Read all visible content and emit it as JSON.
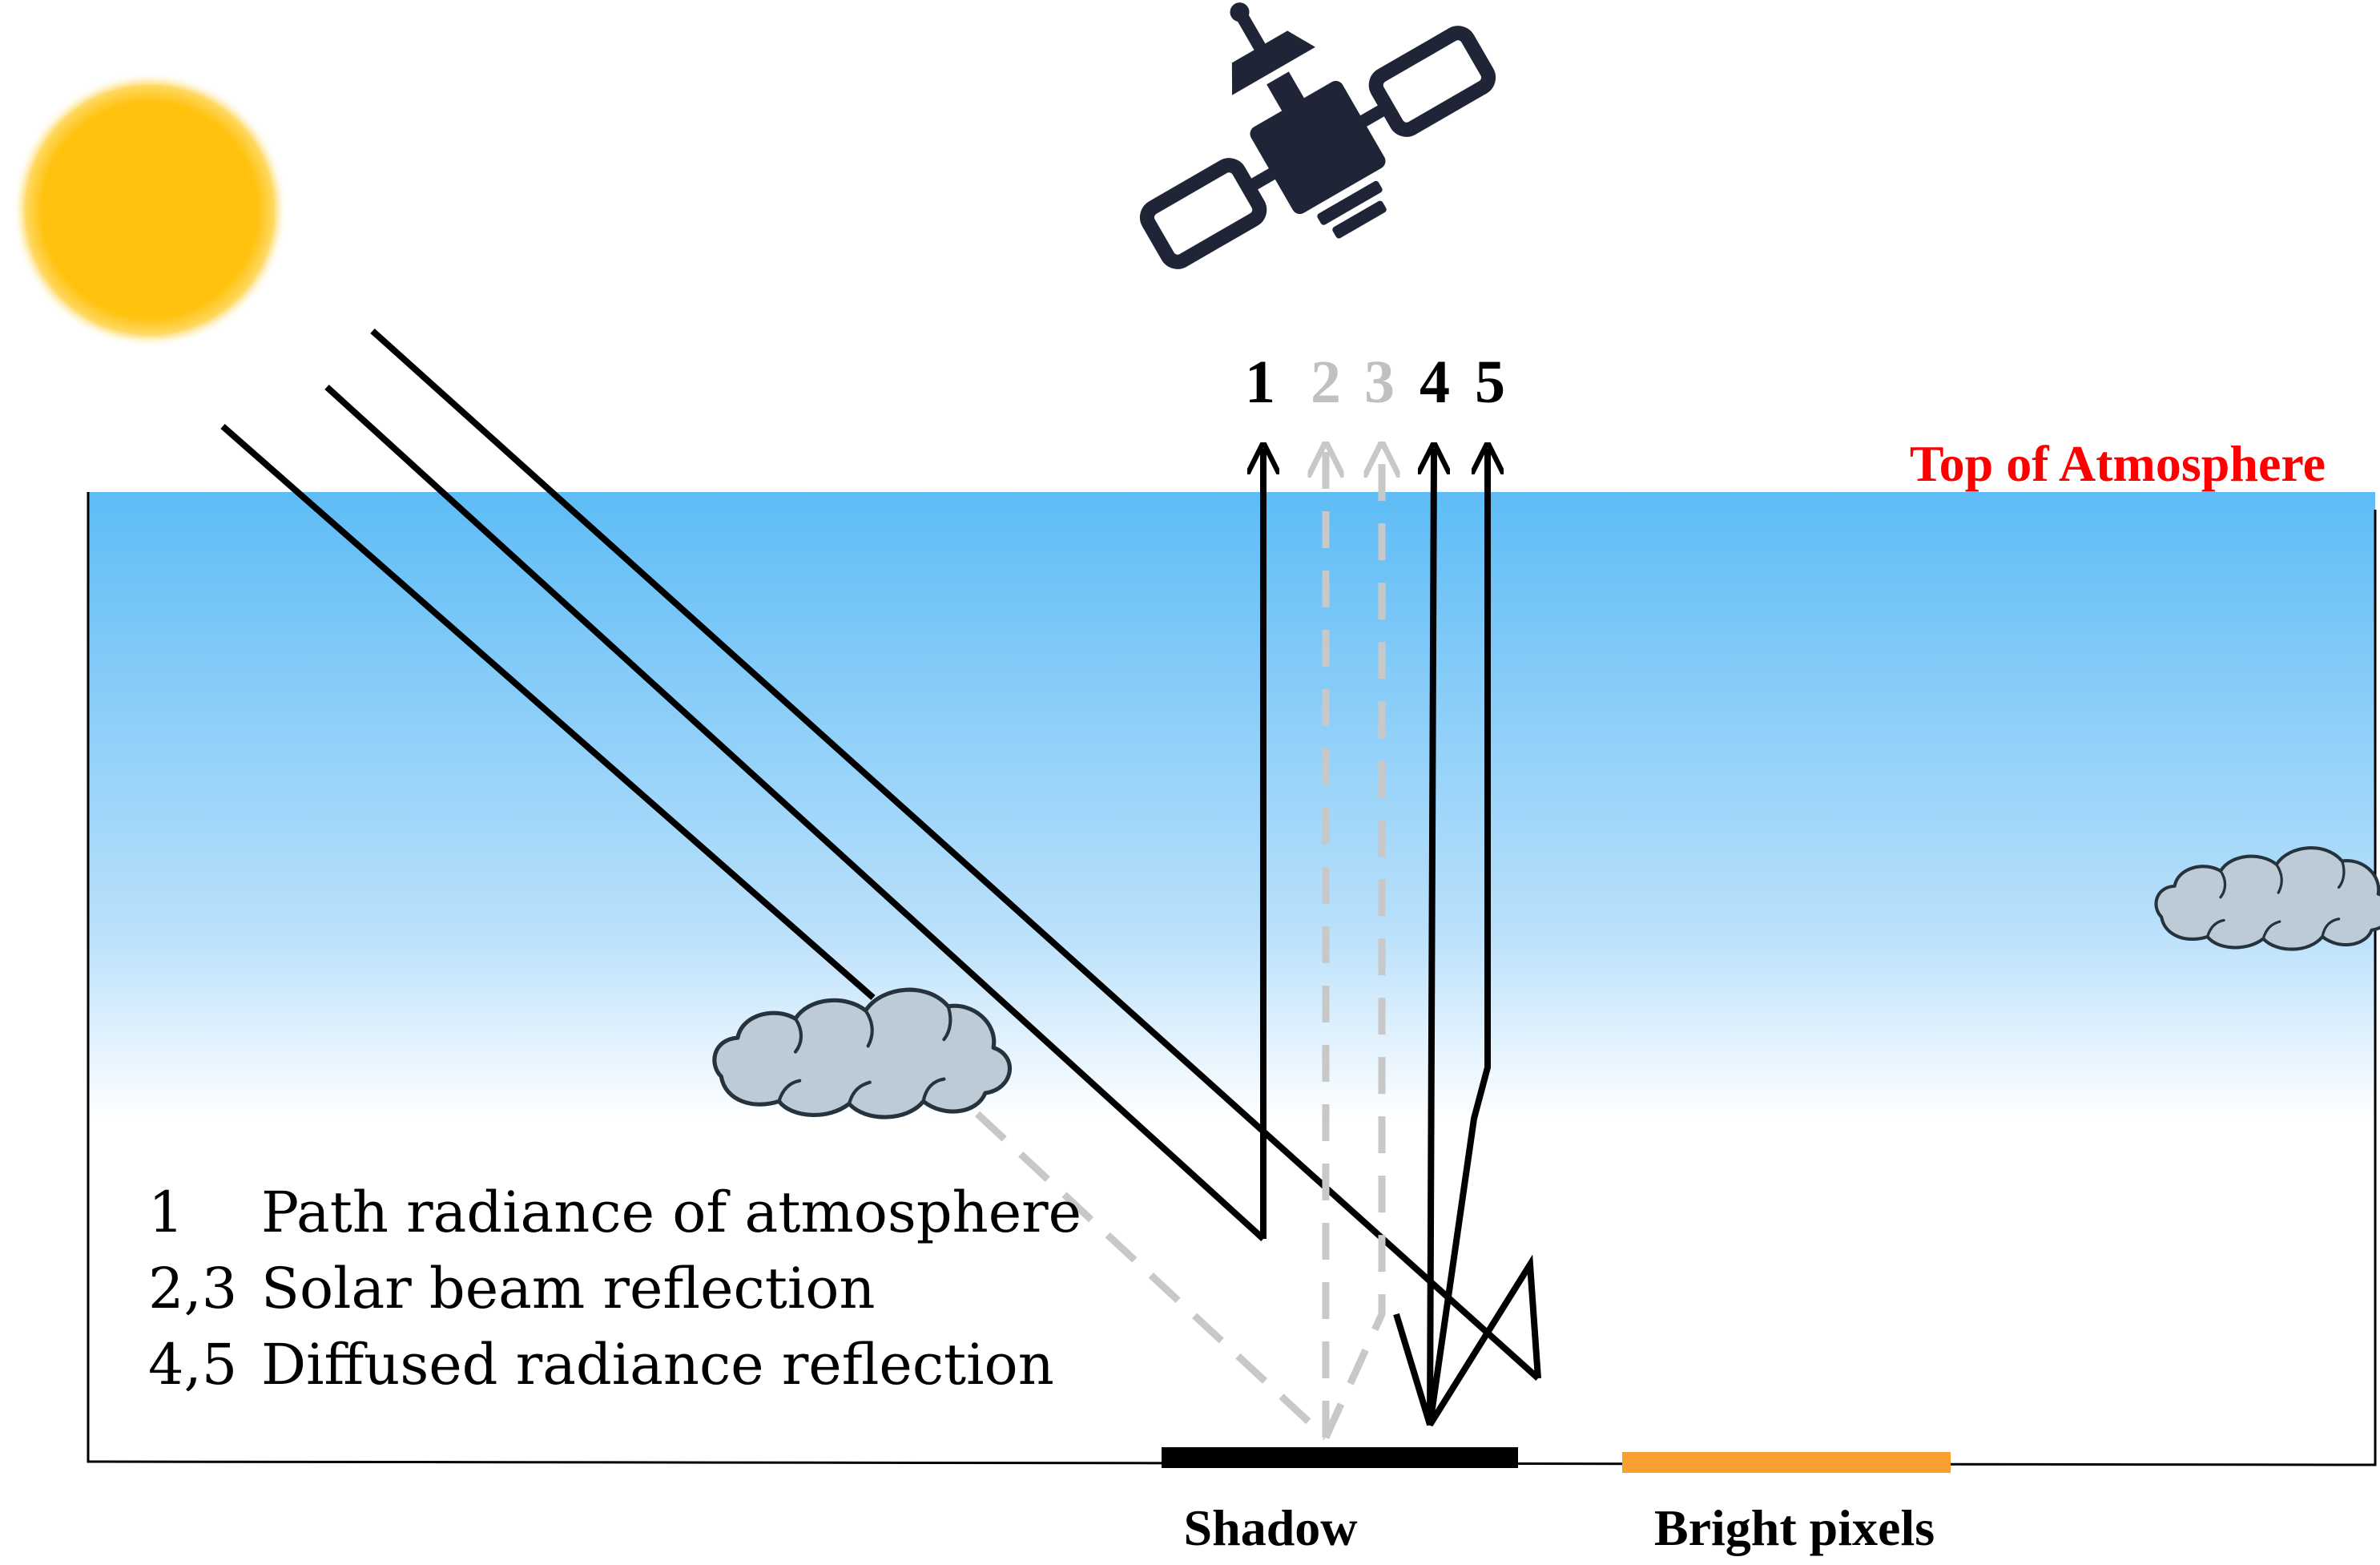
{
  "labels": {
    "top_of_atmosphere": "Top of Atmosphere",
    "shadow": "Shadow",
    "bright_pixels": "Bright pixels"
  },
  "ray_numbers": [
    "1",
    "2",
    "3",
    "4",
    "5"
  ],
  "legend": [
    {
      "key": "1",
      "text": "Path radiance of atmosphere"
    },
    {
      "key": "2,3",
      "text": "Solar beam reflection"
    },
    {
      "key": "4,5",
      "text": "Diffused radiance reflection"
    }
  ],
  "colors": {
    "sun": "#ffc20e",
    "sky_top": "#5ebcf6",
    "sky_bottom": "#ffffff",
    "cloud_fill": "#bccbd6",
    "cloud_outline": "#26323c",
    "satellite": "#1f2537",
    "ray_solid": "#000000",
    "ray_dashed": "#c8c8c8",
    "toa_label": "#ff0000",
    "shadow_bar": "#000000",
    "bright_bar": "#f7a030"
  },
  "icons": [
    "sun-icon",
    "satellite-icon",
    "cloud-icon"
  ]
}
